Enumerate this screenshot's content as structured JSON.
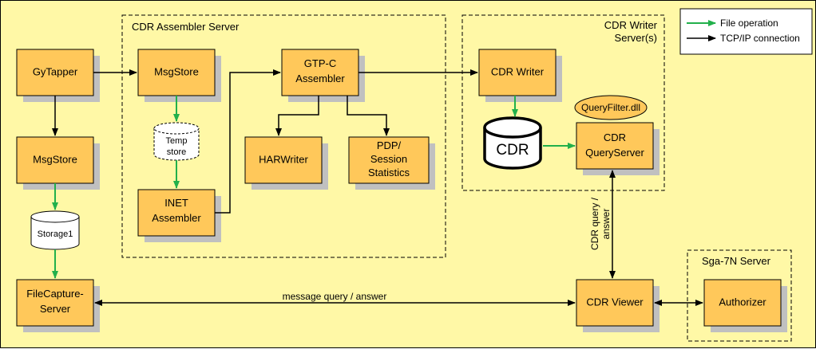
{
  "groups": {
    "assembler": "CDR Assembler Server",
    "writer_line1": "CDR Writer",
    "writer_line2": "Server(s)",
    "sga": "Sga-7N Server"
  },
  "legend": {
    "file_op": "File operation",
    "tcp": "TCP/IP connection"
  },
  "nodes": {
    "gytapper": "GyTapper",
    "msgstore_main": "MsgStore",
    "msgstore_assembler": "MsgStore",
    "temp_store_line1": "Temp",
    "temp_store_line2": "store",
    "inet_line1": "INET",
    "inet_line2": "Assembler",
    "gtpc_line1": "GTP-C",
    "gtpc_line2": "Assembler",
    "harwriter": "HARWriter",
    "pdp_line1": "PDP/",
    "pdp_line2": "Session",
    "pdp_line3": "Statistics",
    "cdr_writer": "CDR Writer",
    "cdr_db": "CDR",
    "queryfilter": "QueryFilter.dll",
    "query_line1": "CDR",
    "query_line2": "QueryServer",
    "storage1": "Storage1",
    "filecapture_line1": "FileCapture-",
    "filecapture_line2": "Server",
    "cdr_viewer": "CDR Viewer",
    "authorizer": "Authorizer"
  },
  "edges": {
    "message_query": "message query / answer",
    "cdr_query_line1": "CDR query /",
    "cdr_query_line2": "answer"
  },
  "colors": {
    "background": "#fff8a6",
    "box_fill": "#ffc85a",
    "box_shadow": "#c0c0c0",
    "file_arrow": "#22b04b",
    "tcp_arrow": "#000000"
  }
}
